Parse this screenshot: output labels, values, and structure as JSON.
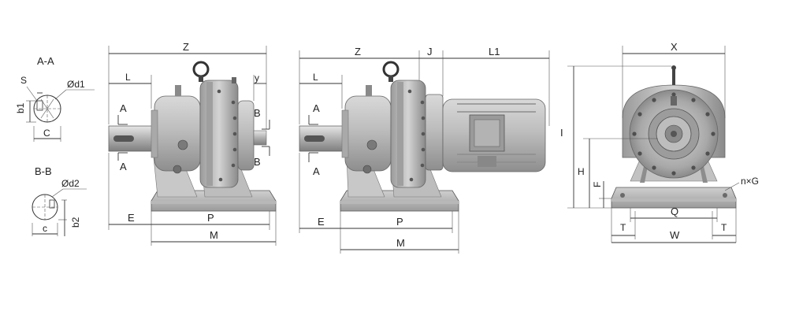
{
  "section_a": {
    "title": "A-A",
    "s": "S",
    "d1": "Ød1",
    "b1": "b1",
    "c": "C"
  },
  "section_b": {
    "title": "B-B",
    "d2": "Ød2",
    "c": "c",
    "b2": "b2"
  },
  "view1": {
    "z": "Z",
    "l": "L",
    "y": "y",
    "a_top": "A",
    "a_bot": "A",
    "b_top": "B",
    "b_bot": "B",
    "e": "E",
    "p": "P",
    "m": "M"
  },
  "view2": {
    "z": "Z",
    "j": "J",
    "l1": "L1",
    "l": "L",
    "a_top": "A",
    "a_bot": "A",
    "e": "E",
    "p": "P",
    "m": "M"
  },
  "view3": {
    "x": "X",
    "i": "I",
    "h": "H",
    "f": "F",
    "ng": "n×G",
    "q": "Q",
    "t_left": "T",
    "t_right": "T",
    "w": "W"
  },
  "colors": {
    "metal_dark": "#8c8c8c",
    "metal_mid": "#b5b5b5",
    "metal_light": "#dcdcdc",
    "line": "#333333"
  }
}
